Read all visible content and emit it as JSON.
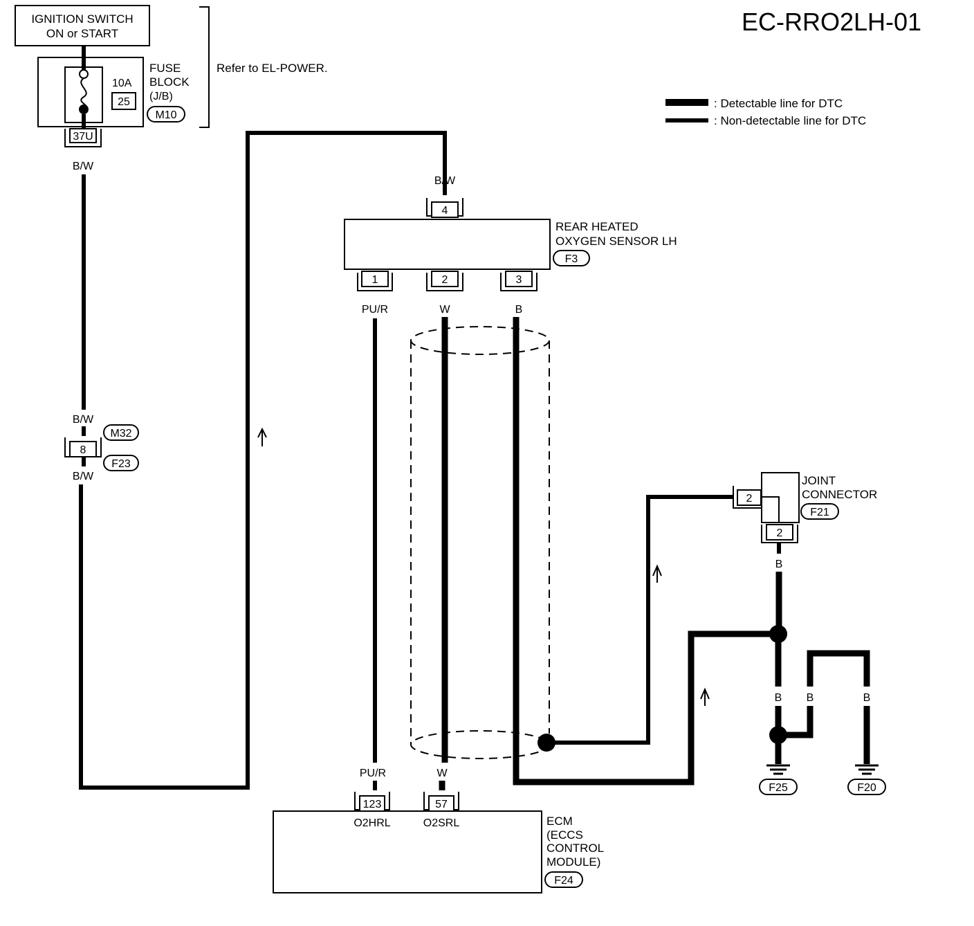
{
  "title": "EC-RRO2LH-01",
  "ignition": {
    "line1": "IGNITION SWITCH",
    "line2": "ON or START"
  },
  "fuse_block": {
    "line1": "FUSE",
    "line2": "BLOCK",
    "line3": "(J/B)",
    "rating": "10A",
    "number": "25",
    "connector": "M10",
    "pin": "37U"
  },
  "refer_text": "Refer to EL-POWER.",
  "legend": {
    "detectable": ": Detectable line for DTC",
    "non_detectable": ": Non-detectable line for DTC"
  },
  "sensor": {
    "line1": "REAR HEATED",
    "line2": "OXYGEN SENSOR LH",
    "connector": "F3",
    "pin_top": "4",
    "pins": [
      "1",
      "2",
      "3"
    ]
  },
  "wire_colors": {
    "bw": "B/W",
    "pur": "PU/R",
    "w": "W",
    "b": "B"
  },
  "mid_connector": {
    "pin": "8",
    "upper": "M32",
    "lower": "F23"
  },
  "joint": {
    "line1": "JOINT",
    "line2": "CONNECTOR",
    "connector": "F21",
    "pin_left": "2",
    "pin_bottom": "2"
  },
  "ecm": {
    "line1": "ECM",
    "line2": "(ECCS",
    "line3": "CONTROL",
    "line4": "MODULE)",
    "connector": "F24",
    "pin_a": "123",
    "pin_a_name": "O2HRL",
    "pin_b": "57",
    "pin_b_name": "O2SRL"
  },
  "grounds": [
    "F25",
    "F20"
  ]
}
